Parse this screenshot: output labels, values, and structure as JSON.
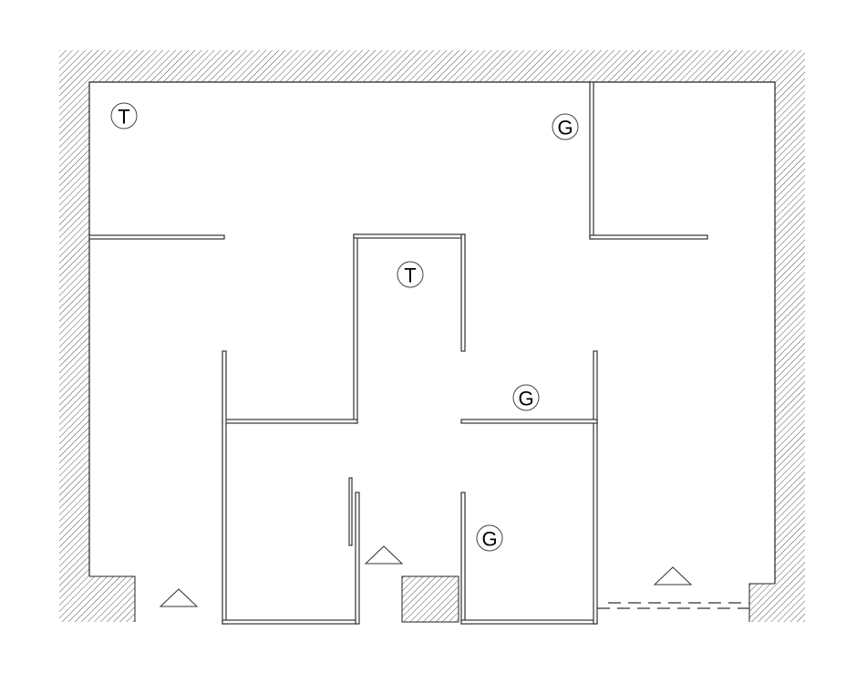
{
  "plan": {
    "symbols": [
      {
        "label": "T"
      },
      {
        "label": "G"
      },
      {
        "label": "T"
      },
      {
        "label": "G"
      },
      {
        "label": "G"
      }
    ]
  },
  "colors": {
    "line": "#333333",
    "hatch": "#555555",
    "background": "#ffffff"
  }
}
